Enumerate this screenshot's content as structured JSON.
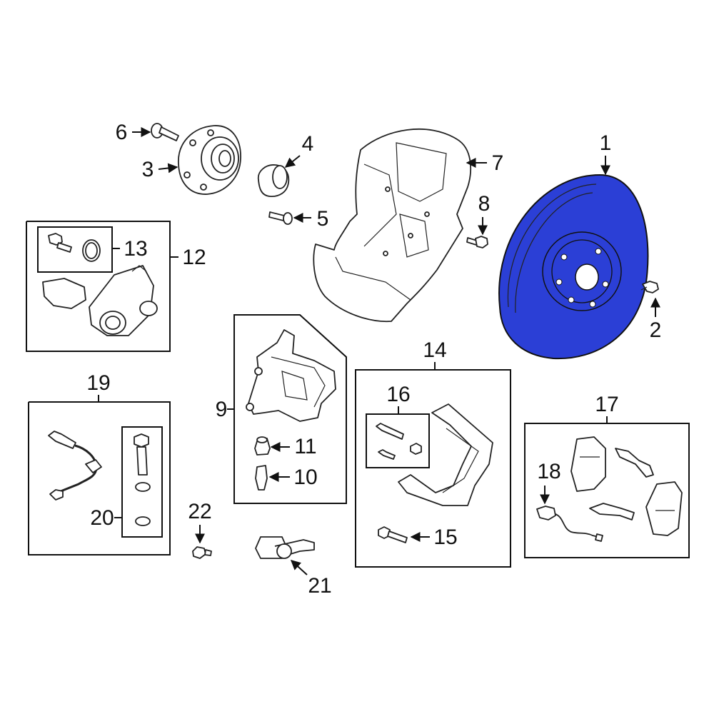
{
  "highlight_color": "#2b3fd6",
  "callouts": {
    "c1": "1",
    "c2": "2",
    "c3": "3",
    "c4": "4",
    "c5": "5",
    "c6": "6",
    "c7": "7",
    "c8": "8",
    "c9": "9",
    "c10": "10",
    "c11": "11",
    "c12": "12",
    "c13": "13",
    "c14": "14",
    "c15": "15",
    "c16": "16",
    "c17": "17",
    "c18": "18",
    "c19": "19",
    "c20": "20",
    "c21": "21",
    "c22": "22"
  }
}
